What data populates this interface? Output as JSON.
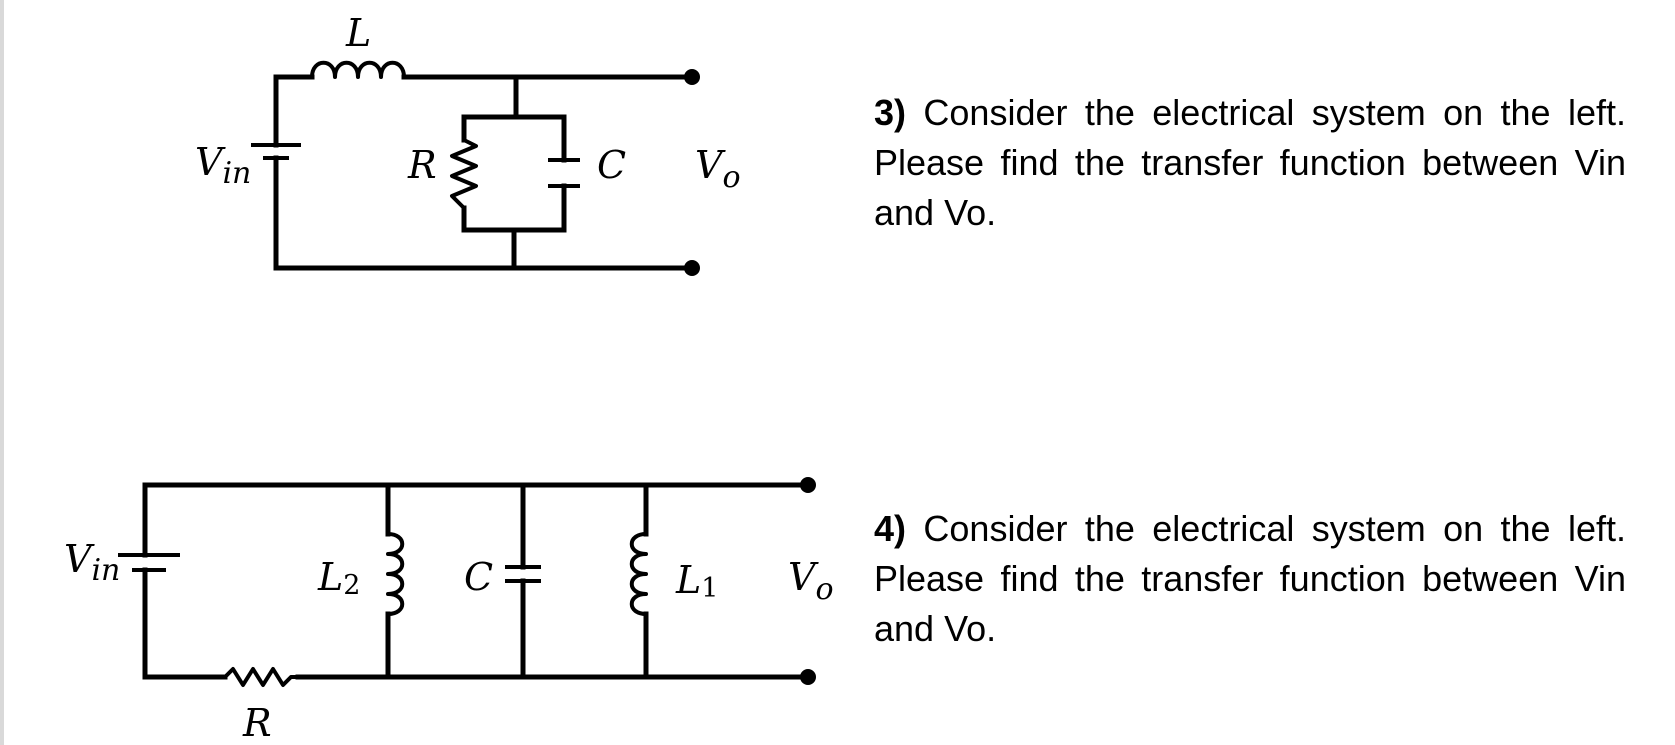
{
  "problems": [
    {
      "number": "3)",
      "text": "Consider the electrical system on the left. Please find the transfer function between Vin and Vo."
    },
    {
      "number": "4)",
      "text": "Consider the electrical system on the left. Please find the transfer function between Vin and Vo."
    }
  ],
  "circuit1": {
    "source_label": "V",
    "source_sub": "in",
    "inductor_label": "L",
    "resistor_label": "R",
    "capacitor_label": "C",
    "output_label": "V",
    "output_sub": "o"
  },
  "circuit2": {
    "source_label": "V",
    "source_sub": "in",
    "resistor_label": "R",
    "inductor2_label": "L",
    "inductor2_sub": "2",
    "capacitor_label": "C",
    "inductor1_label": "L",
    "inductor1_sub": "1",
    "output_label": "V",
    "output_sub": "o"
  }
}
